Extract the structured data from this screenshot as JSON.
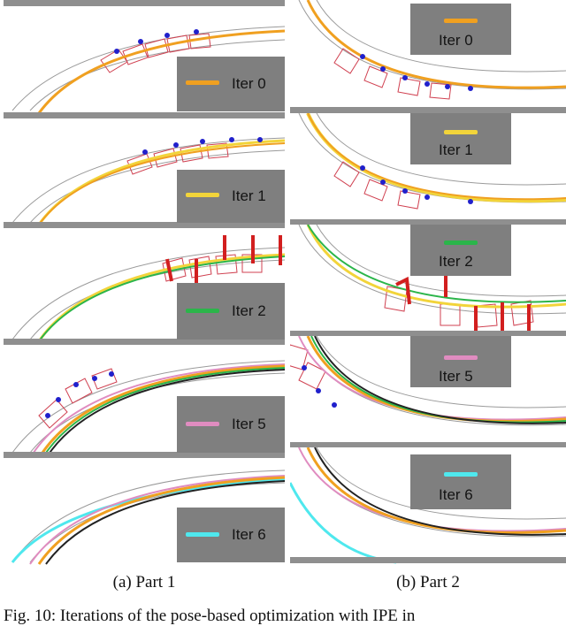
{
  "figure": {
    "panels_left": [
      {
        "legend": "Iter 0",
        "color": "#f0a020"
      },
      {
        "legend": "Iter 1",
        "color": "#f2d43a"
      },
      {
        "legend": "Iter 2",
        "color": "#2bb54a"
      },
      {
        "legend": "Iter 5",
        "color": "#e08cc0"
      },
      {
        "legend": "Iter 6",
        "color": "#4fe8ee"
      }
    ],
    "panels_right": [
      {
        "legend": "Iter 0",
        "color": "#f0a020"
      },
      {
        "legend": "Iter 1",
        "color": "#f2d43a"
      },
      {
        "legend": "Iter 2",
        "color": "#2bb54a"
      },
      {
        "legend": "Iter 5",
        "color": "#e08cc0"
      },
      {
        "legend": "Iter 6",
        "color": "#4fe8ee"
      }
    ],
    "caption_left": "(a) Part 1",
    "caption_right": "(b) Part 2",
    "figure_caption": "Fig. 10: Iterations of the pose-based optimization with IPE in"
  }
}
